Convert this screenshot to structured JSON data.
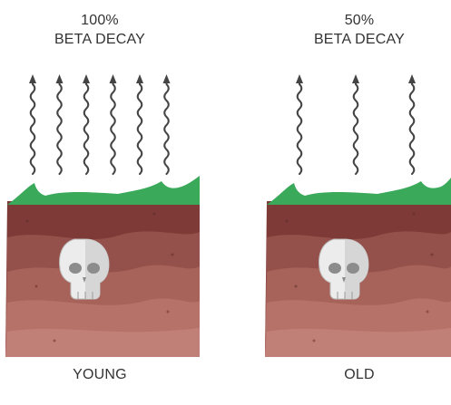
{
  "panels": {
    "young": {
      "percent": "100%",
      "title": "BETA DECAY",
      "label": "YOUNG",
      "arrow_count": 6
    },
    "old": {
      "percent": "50%",
      "title": "BETA DECAY",
      "label": "OLD",
      "arrow_count": 3
    }
  },
  "icons": {
    "emission": "wavy-arrow-icon",
    "remains": "skull-icon",
    "surface": "grass-icon"
  },
  "colors": {
    "grass": "#3aa95a",
    "soil_top": "#7d3a36",
    "soil_mid": "#94504a",
    "soil_band": "#a7625a",
    "soil_bottom": "#c08078",
    "skull": "#ececec",
    "arrow": "#444444",
    "text": "#333333"
  }
}
